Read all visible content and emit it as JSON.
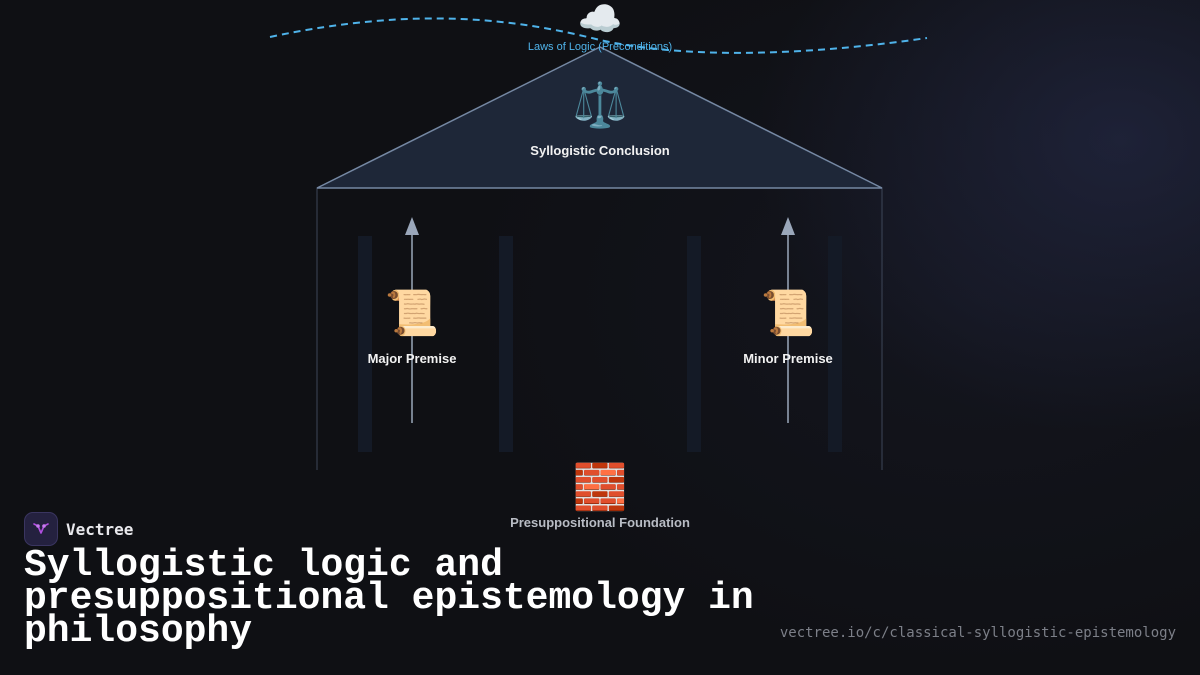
{
  "diagram": {
    "cloud_icon": "cloud-icon",
    "logic_label": "Laws of Logic (Preconditions)",
    "scale_icon": "balance-scale-icon",
    "conclusion_label": "Syllogistic Conclusion",
    "scroll_icon": "scroll-icon",
    "major_label": "Major Premise",
    "minor_label": "Minor Premise",
    "brick_icon": "brick-icon",
    "foundation_label": "Presuppositional Foundation",
    "colors": {
      "roof_fill": "#1e2738",
      "roof_stroke": "#7588a3",
      "dashed_arc": "#4fb3ea",
      "arrow": "#9aa7ba",
      "pillar": "#141a26"
    }
  },
  "footer": {
    "brand_name": "Vectree",
    "title": "Syllogistic logic and presuppositional epistemology in philosophy",
    "url": "vectree.io/c/classical-syllogistic-epistemology"
  }
}
